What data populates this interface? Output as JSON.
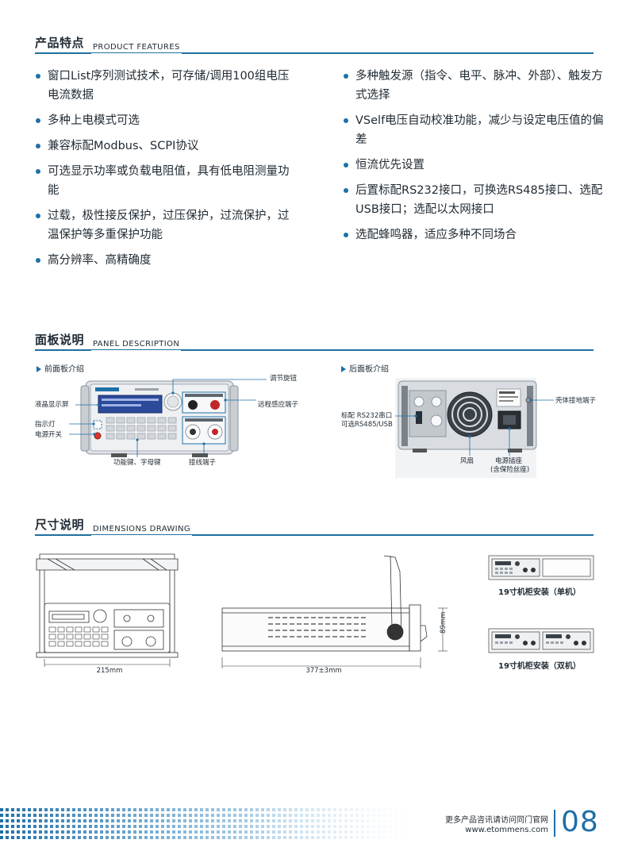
{
  "features": {
    "title_zh": "产品特点",
    "title_en": "PRODUCT FEATURES",
    "left": [
      "窗口List序列测试技术，可存储/调用100组电压电流数据",
      "多种上电模式可选",
      "兼容标配Modbus、SCPI协议",
      "可选显示功率或负载电阻值，具有低电阻测量功能",
      "过载，极性接反保护，过压保护，过流保护，过温保护等多重保护功能",
      "高分辨率、高精确度"
    ],
    "right": [
      "多种触发源（指令、电平、脉冲、外部）、触发方式选择",
      "VSelf电压自动校准功能，减少与设定电压值的偏差",
      "恒流优先设置",
      "后置标配RS232接口，可换选RS485接口、选配USB接口；选配以太网接口",
      "选配蜂鸣器，适应多种不同场合"
    ]
  },
  "panel": {
    "title_zh": "面板说明",
    "title_en": "PANEL DESCRIPTION",
    "front_title": "前面板介绍",
    "rear_title": "后面板介绍",
    "front_labels": {
      "knob": "调节旋钮",
      "lcd": "液晶显示屏",
      "remote": "远程感应端子",
      "indicator": "指示灯",
      "power": "电源开关",
      "keys": "功能键、字母键",
      "terminals": "接线端子"
    },
    "rear_labels": {
      "ground": "壳体接地端子",
      "rs232_line1": "标配 RS232串口",
      "rs232_line2": "可选RS485/USB",
      "fan": "风扇",
      "socket_line1": "电源插座",
      "socket_line2": "(含保险丝座)"
    }
  },
  "dimensions": {
    "title_zh": "尺寸说明",
    "title_en": "DIMENSIONS DRAWING",
    "width": "215mm",
    "depth": "377±3mm",
    "height": "89mm",
    "rack_single": "19寸机柜安装（单机）",
    "rack_double": "19寸机柜安装（双机）"
  },
  "footer": {
    "line1": "更多产品咨讯请访问同门官网",
    "line2": "www.etommens.com",
    "page": "08"
  },
  "colors": {
    "accent": "#1e6fa8",
    "rule": "#1f6f9f",
    "text": "#1f2a33"
  }
}
